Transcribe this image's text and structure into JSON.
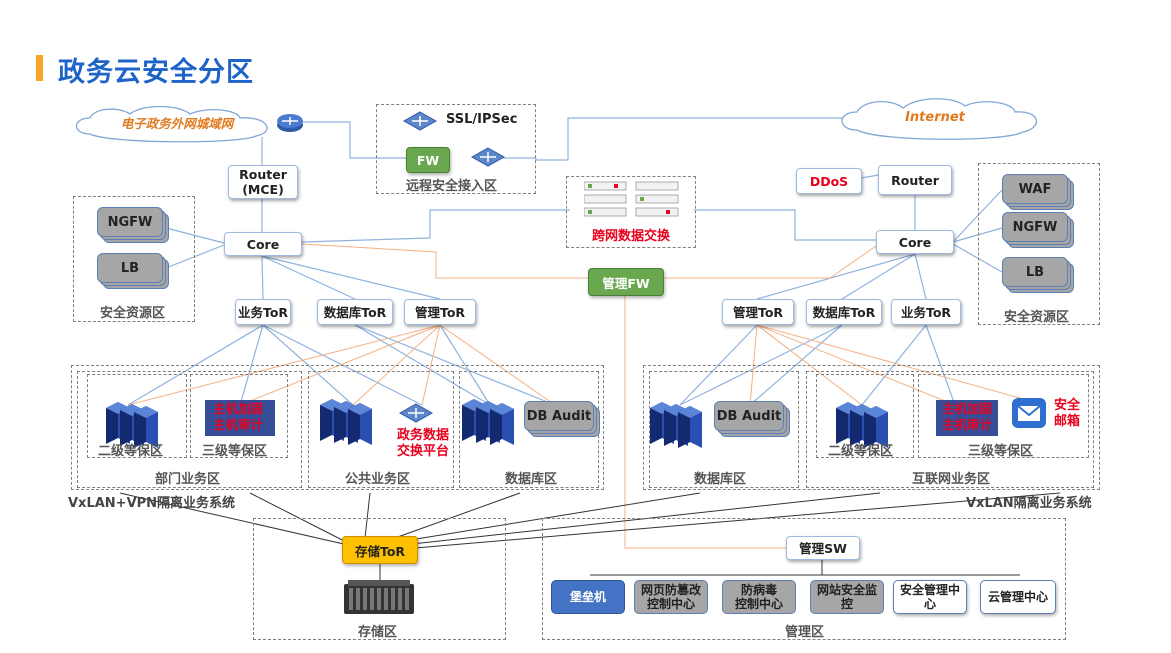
{
  "title": "政务云安全分区",
  "left": {
    "cloud": "电子政务外网城域网",
    "router": "Router\n(MCE)",
    "core": "Core",
    "ngfw": "NGFW",
    "lb": "LB",
    "sec_zone": "安全资源区",
    "tor_business": "业务ToR",
    "tor_db": "数据库ToR",
    "tor_mgmt": "管理ToR",
    "level2": "二级等保区",
    "level3": "三级等保区",
    "host_harden": "主机加固",
    "host_audit": "主机审计",
    "dept_zone": "部门业务区",
    "public_zone": "公共业务区",
    "exchange_platform_1": "政务数据",
    "exchange_platform_2": "交换平台",
    "db_audit": "DB Audit",
    "db_zone": "数据库区",
    "vxlan_label": "VxLAN+VPN隔离业务系统"
  },
  "center": {
    "ssl": "SSL/IPSec",
    "fw": "FW",
    "remote_zone": "远程安全接入区",
    "cross_exchange": "跨网数据交换",
    "mgmt_fw": "管理FW"
  },
  "right": {
    "cloud": "Internet",
    "ddos": "DDoS",
    "router": "Router",
    "core": "Core",
    "waf": "WAF",
    "ngfw": "NGFW",
    "lb": "LB",
    "sec_zone": "安全资源区",
    "tor_mgmt": "管理ToR",
    "tor_db": "数据库ToR",
    "tor_business": "业务ToR",
    "db_audit": "DB Audit",
    "db_zone": "数据库区",
    "level2": "二级等保区",
    "level3": "三级等保区",
    "host_harden": "主机加固",
    "host_audit": "主机审计",
    "mail_1": "安全",
    "mail_2": "邮箱",
    "internet_zone": "互联网业务区",
    "vxlan_label": "VxLAN隔离业务系统"
  },
  "bottom": {
    "storage_tor": "存储ToR",
    "storage_zone": "存储区",
    "mgmt_sw": "管理SW",
    "bastion": "堡垒机",
    "web_tamper": "网页防篡改\n控制中心",
    "antivirus": "防病毒\n控制中心",
    "site_monitor": "网站安全监\n控",
    "sec_mgmt": "安全管理中\n心",
    "cloud_mgmt": "云管理中心",
    "mgmt_zone": "管理区"
  },
  "colors": {
    "title": "#1e64c8",
    "accent": "#f5a623",
    "fw_green": "#6aa84f",
    "red": "#e8001c",
    "server_blue": "#1f3b8c",
    "link_blue": "#8fb3de",
    "link_orange": "#f4b183"
  }
}
